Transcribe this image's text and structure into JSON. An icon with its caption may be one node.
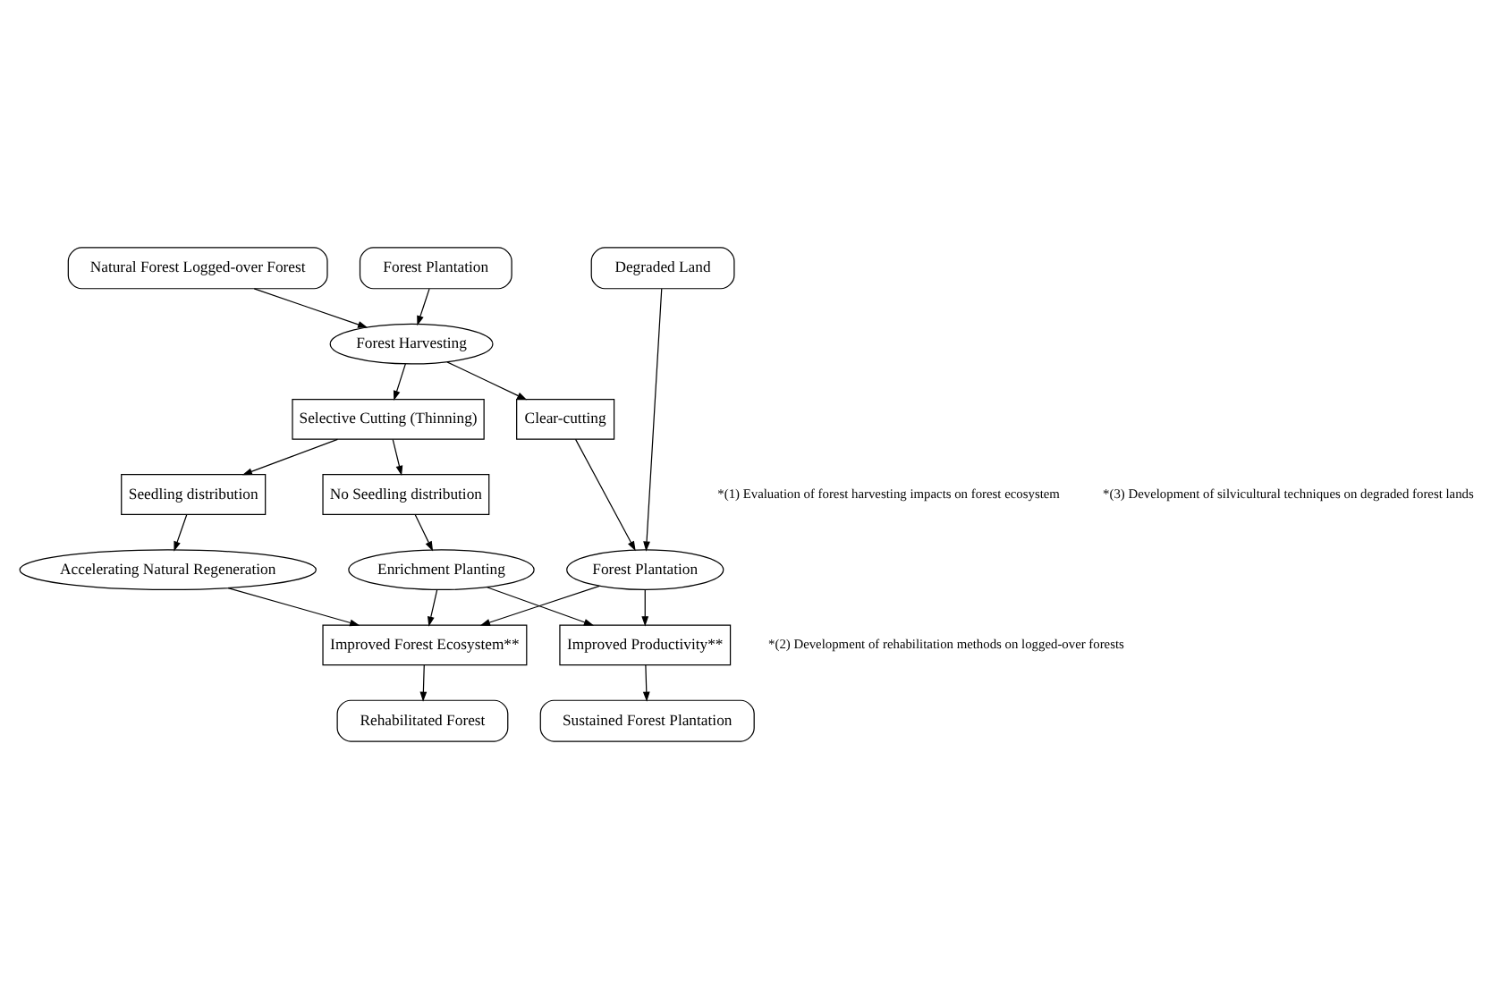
{
  "diagram": {
    "nodes": [
      {
        "text": [
          "Natural Forest Logged-over Forest"
        ]
      },
      {
        "text": [
          "Forest Plantation"
        ]
      },
      {
        "text": [
          "Degraded Land"
        ]
      },
      {
        "text": [
          "Forest Harvesting"
        ]
      },
      {
        "text": [
          "Selective Cutting (Thinning)"
        ]
      },
      {
        "text": [
          "Clear-cutting"
        ]
      },
      {
        "text": [
          "Seedling distribution"
        ]
      },
      {
        "text": [
          "No Seedling distribution"
        ]
      },
      {
        "text": [
          "Accelerating Natural Regeneration"
        ]
      },
      {
        "text": [
          "Enrichment Planting"
        ]
      },
      {
        "text": [
          "Forest Plantation"
        ]
      },
      {
        "text": [
          "Improved Forest Ecosystem**"
        ]
      },
      {
        "text": [
          "Improved Productivity**"
        ]
      },
      {
        "text": [
          "Rehabilitated Forest"
        ]
      },
      {
        "text": [
          "Sustained Forest Plantation"
        ]
      }
    ],
    "edges": [
      {
        "from": 0,
        "to": 3,
        "arrow": "to"
      },
      {
        "from": 1,
        "to": 3,
        "arrow": "to"
      },
      {
        "from": 3,
        "to": 4,
        "arrow": "to"
      },
      {
        "from": 3,
        "to": 5,
        "arrow": "to"
      },
      {
        "from": 4,
        "to": 6,
        "arrow": "to"
      },
      {
        "from": 4,
        "to": 7,
        "arrow": "to"
      },
      {
        "from": 6,
        "to": 8,
        "arrow": "to"
      },
      {
        "from": 7,
        "to": 9,
        "arrow": "to"
      },
      {
        "from": 5,
        "to": 10,
        "arrow": "to"
      },
      {
        "from": 2,
        "to": 10,
        "arrow": "to"
      },
      {
        "from": 8,
        "to": 11,
        "arrow": "to"
      },
      {
        "from": 9,
        "to": 11,
        "arrow": "to"
      },
      {
        "from": 9,
        "to": 12,
        "arrow": "to"
      },
      {
        "from": 10,
        "to": 11,
        "arrow": "to"
      },
      {
        "from": 10,
        "to": 12,
        "arrow": "to"
      },
      {
        "from": 11,
        "to": 13,
        "arrow": "to"
      },
      {
        "from": 12,
        "to": 14,
        "arrow": "to"
      }
    ],
    "labels": [
      "*(1) Evaluation of forest harvesting impacts on forest ecosystem",
      "*(3) Development of silvicultural techniques on degraded forest lands",
      "*(2) Development of rehabilitation methods on logged-over forests"
    ]
  }
}
